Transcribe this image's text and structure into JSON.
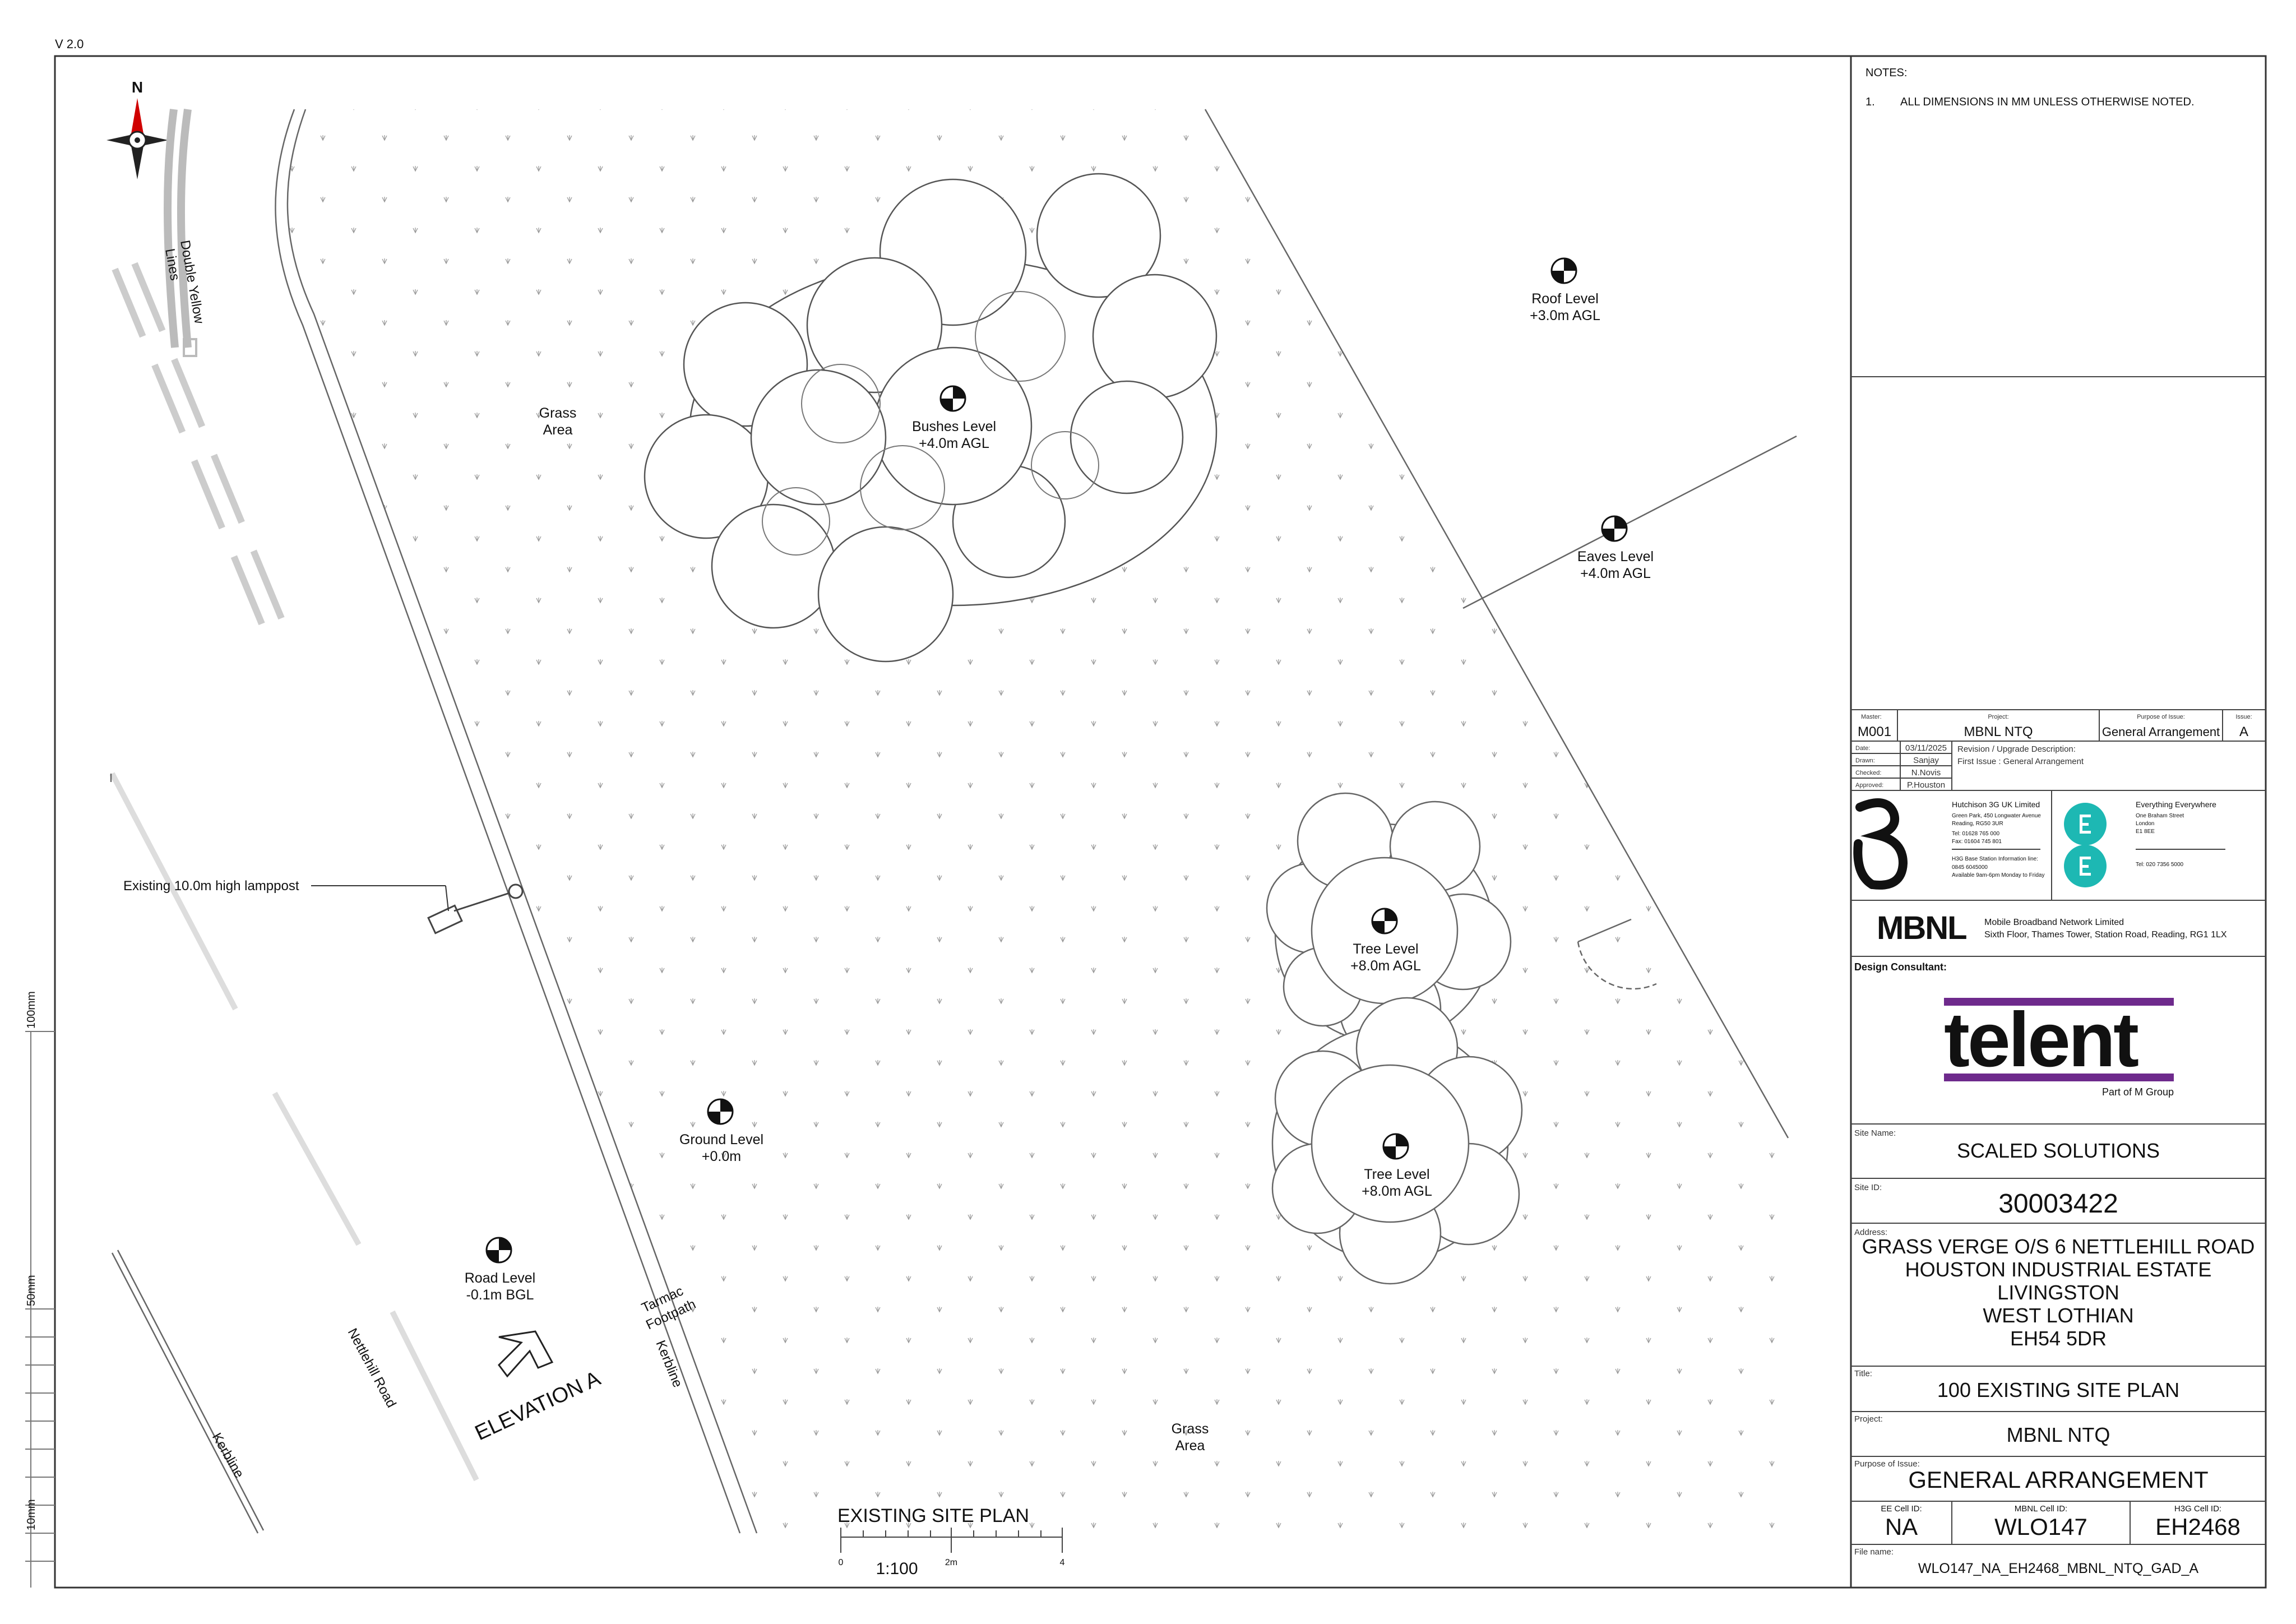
{
  "version": "V 2.0",
  "north": "N",
  "notes": {
    "heading": "NOTES:",
    "items": [
      {
        "num": "1.",
        "text": "ALL DIMENSIONS IN MM UNLESS OTHERWISE NOTED."
      }
    ]
  },
  "levels": {
    "roof": {
      "name": "Roof Level",
      "value": "+3.0m AGL"
    },
    "bushes": {
      "name": "Bushes Level",
      "value": "+4.0m AGL"
    },
    "eaves": {
      "name": "Eaves Level",
      "value": "+4.0m AGL"
    },
    "tree1": {
      "name": "Tree Level",
      "value": "+8.0m AGL"
    },
    "tree2": {
      "name": "Tree Level",
      "value": "+8.0m AGL"
    },
    "ground": {
      "name": "Ground Level",
      "value": "+0.0m"
    },
    "road": {
      "name": "Road Level",
      "value": "-0.1m BGL"
    }
  },
  "plan_labels": {
    "grass_area_1": [
      "Grass",
      "Area"
    ],
    "grass_area_2": [
      "Grass",
      "Area"
    ],
    "double_yellow": [
      "Double Yellow",
      "Lines"
    ],
    "lamppost": "Existing 10.0m high lamppost",
    "tarmac": [
      "Tarmac",
      "Footpath"
    ],
    "kerbline_1": "Kerbline",
    "kerbline_2": "Kerbline",
    "road_name": "Nettlehill Road",
    "elevation": "ELEVATION A"
  },
  "drawing_title": "EXISTING SITE PLAN",
  "scale": {
    "ratio": "1:100",
    "ticks": [
      "0",
      "2m",
      "4"
    ]
  },
  "margin_scale": [
    "100mm",
    "50mm",
    "10mm"
  ],
  "title_block": {
    "master_label": "Master:",
    "master": "M001",
    "project_label": "Project:",
    "project": "MBNL NTQ",
    "purpose_label": "Purpose of Issue:",
    "purpose": "General Arrangement",
    "issue_label": "Issue:",
    "issue": "A",
    "date_label": "Date:",
    "date": "03/11/2025",
    "drawn_label": "Drawn:",
    "drawn": "Sanjay",
    "checked_label": "Checked:",
    "checked": "N.Novis",
    "approved_label": "Approved:",
    "approved": "P.Houston",
    "revision_label": "Revision / Upgrade Description:",
    "revision": "First Issue : General Arrangement",
    "three": {
      "company": "Hutchison 3G UK Limited",
      "addr1": "Green Park, 450 Longwater Avenue",
      "addr2": "Reading, RG50 3UR",
      "tel": "Tel: 01628 765 000",
      "fax": "Fax: 01604 745 801",
      "h3g_line": "H3G Base Station Information line:",
      "h3g_num": "0845 6045000",
      "h3g_hours": "Available 9am-6pm Monday to Friday"
    },
    "ee": {
      "company": "Everything Everywhere",
      "addr1": "One Braham Street",
      "addr2": "London",
      "addr3": "E1 8EE",
      "tel": "Tel: 020 7356 5000"
    },
    "mbnl": {
      "logo": "MBNL",
      "company": "Mobile Broadband Network Limited",
      "address": "Sixth Floor, Thames Tower, Station Road, Reading, RG1 1LX"
    },
    "design_consultant_label": "Design Consultant:",
    "telent": {
      "logo": "telent",
      "sub": "Part of M Group"
    },
    "site_name_label": "Site Name:",
    "site_name": "SCALED SOLUTIONS",
    "site_id_label": "Site ID:",
    "site_id": "30003422",
    "address_label": "Address:",
    "address": [
      "GRASS VERGE O/S 6 NETTLEHILL ROAD",
      "HOUSTON INDUSTRIAL ESTATE",
      "LIVINGSTON",
      "WEST LOTHIAN",
      "EH54 5DR"
    ],
    "title_label": "Title:",
    "title": "100 EXISTING SITE PLAN",
    "project2_label": "Project:",
    "project2": "MBNL NTQ",
    "purpose2_label": "Purpose of Issue:",
    "purpose2": "GENERAL ARRANGEMENT",
    "ee_cell_label": "EE Cell ID:",
    "ee_cell": "NA",
    "mbnl_cell_label": "MBNL Cell ID:",
    "mbnl_cell": "WLO147",
    "h3g_cell_label": "H3G Cell ID:",
    "h3g_cell": "EH2468",
    "filename_label": "File name:",
    "filename": "WLO147_NA_EH2468_MBNL_NTQ_GAD_A"
  }
}
